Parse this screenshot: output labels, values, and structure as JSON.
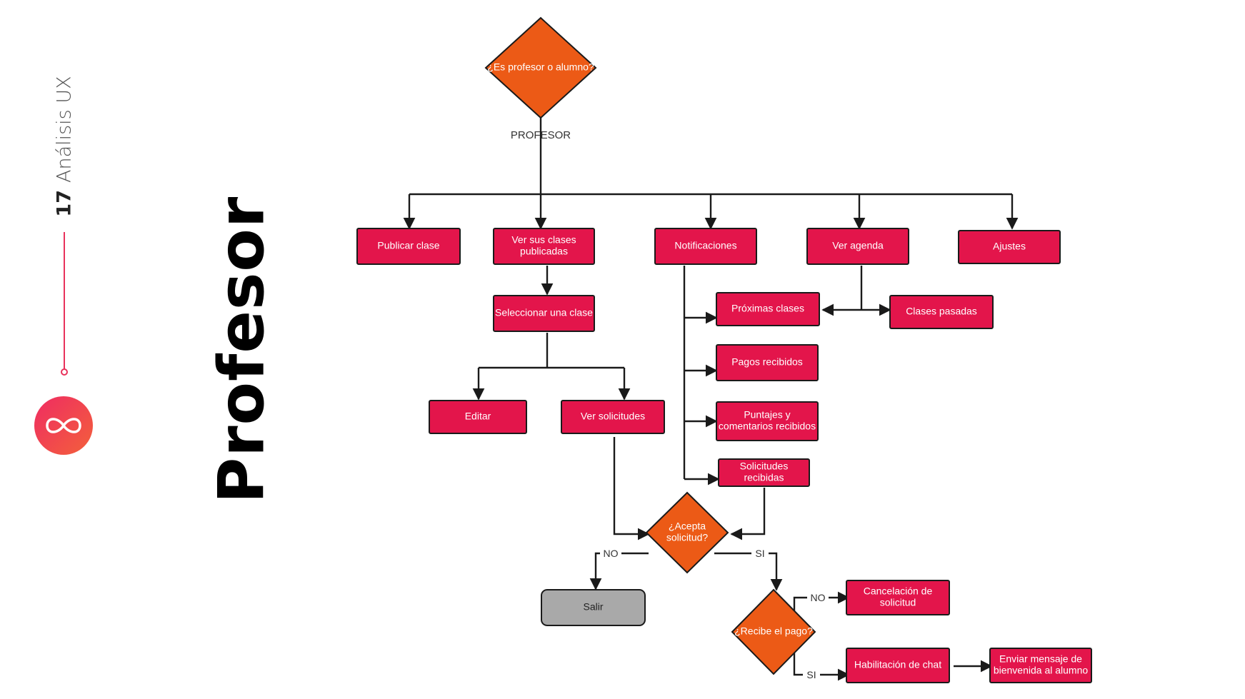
{
  "slide": {
    "page_number": "17",
    "section": "Análisis UX",
    "title": "Profesor"
  },
  "colors": {
    "box": "#e3154b",
    "decision": "#ec5a16",
    "exit": "#a9a9a9",
    "accent": "#e8325b"
  },
  "icons": {
    "logo": "infinity-logo-icon"
  },
  "diagram": {
    "nodes": {
      "q_role": [
        "¿Es profesor o alumno?"
      ],
      "publicar": [
        "Publicar clase"
      ],
      "ver_clases": [
        "Ver sus clases",
        "publicadas"
      ],
      "notificaciones": [
        "Notificaciones"
      ],
      "ver_agenda": [
        "Ver agenda"
      ],
      "ajustes": [
        "Ajustes"
      ],
      "seleccionar": [
        "Seleccionar una clase"
      ],
      "proximas": [
        "Próximas clases"
      ],
      "pasadas": [
        "Clases pasadas"
      ],
      "pagos": [
        "Pagos recibidos"
      ],
      "puntajes": [
        "Puntajes y",
        "comentarios recibidos"
      ],
      "editar": [
        "Editar"
      ],
      "ver_solicitudes": [
        "Ver solicitudes"
      ],
      "solicitudes_recibidas": [
        "Solicitudes",
        "recibidas"
      ],
      "q_acepta": [
        "¿Acepta",
        "solicitud?"
      ],
      "salir": [
        "Salir"
      ],
      "q_pago": [
        "¿Recibe el pago?"
      ],
      "cancelacion": [
        "Cancelación de",
        "solicitud"
      ],
      "habilitacion": [
        "Habilitación de chat"
      ],
      "bienvenida": [
        "Enviar mensaje de",
        "bienvenida al alumno"
      ]
    },
    "edge_labels": {
      "profesor": "PROFESOR",
      "acepta_no": "NO",
      "acepta_si": "SI",
      "pago_no": "NO",
      "pago_si": "SI"
    }
  }
}
